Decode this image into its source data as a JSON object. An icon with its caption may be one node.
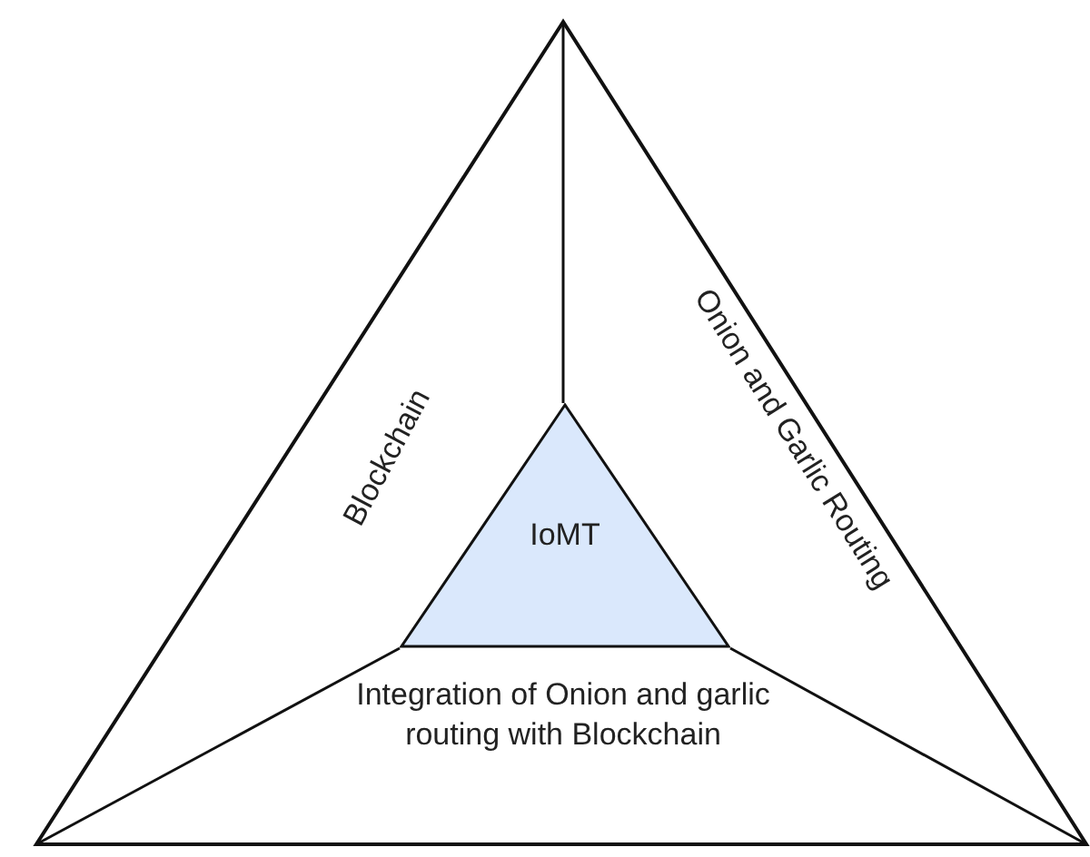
{
  "diagram": {
    "nodes": [
      {
        "text": [
          "Blockchain"
        ]
      },
      {
        "text": [
          "Onion and Garlic Routing"
        ]
      },
      {
        "text": [
          "IoMT"
        ]
      },
      {
        "text": [
          "Integration of Onion and garlic routing with Blockchain"
        ]
      }
    ]
  }
}
